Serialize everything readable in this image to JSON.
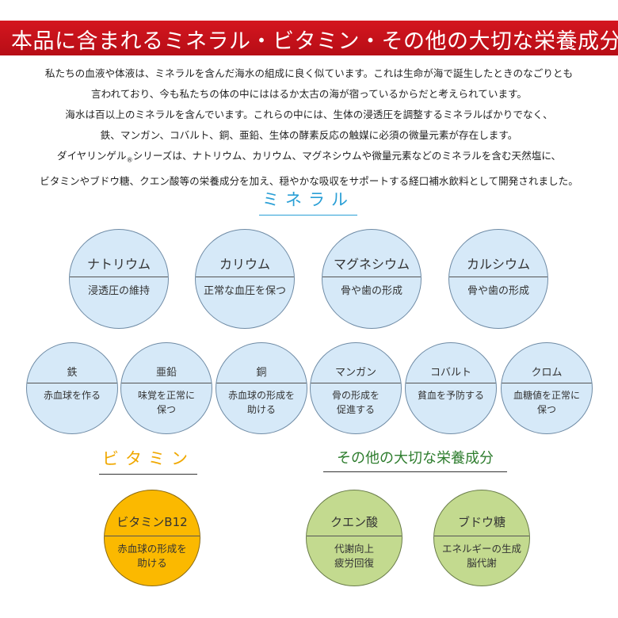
{
  "banner": {
    "title": "本品に含まれるミネラル・ビタミン・その他の大切な栄養成分",
    "color": "#c5111b"
  },
  "intro": {
    "line1": "私たちの血液や体液は、ミネラルを含んだ海水の組成に良く似ています。これは生命が海で誕生したときのなごりとも",
    "line2": "言われており、今も私たちの体の中にははるか太古の海が宿っているからだと考えられています。",
    "line3": "海水は百以上のミネラルを含んでいます。これらの中には、生体の浸透圧を調整するミネラルばかりでなく、",
    "line4": "鉄、マンガン、コバルト、銅、亜鉛、生体の酵素反応の触媒に必須の微量元素が存在します。",
    "line5_pre": "ダイヤリンゲル",
    "line5_mark": "®",
    "line5_post": "シリーズは、ナトリウム、カリウム、マグネシウムや微量元素などのミネラルを含む天然塩に、",
    "line6": "ビタミンやブドウ糖、クエン酸等の栄養成分を加え、穏やかな吸収をサポートする経口補水飲料として開発されました。"
  },
  "minerals": {
    "heading": "ミネラル",
    "color": "#2a9fd6",
    "circle_fill": "#d6e9f8",
    "major": [
      {
        "name": "ナトリウム",
        "desc": "浸透圧の維持"
      },
      {
        "name": "カリウム",
        "desc": "正常な血圧を保つ"
      },
      {
        "name": "マグネシウム",
        "desc": "骨や歯の形成"
      },
      {
        "name": "カルシウム",
        "desc": "骨や歯の形成"
      }
    ],
    "trace": [
      {
        "name": "鉄",
        "desc1": "赤血球を作る",
        "desc2": ""
      },
      {
        "name": "亜鉛",
        "desc1": "味覚を正常に",
        "desc2": "保つ"
      },
      {
        "name": "銅",
        "desc1": "赤血球の形成を",
        "desc2": "助ける"
      },
      {
        "name": "マンガン",
        "desc1": "骨の形成を",
        "desc2": "促進する"
      },
      {
        "name": "コバルト",
        "desc1": "貧血を予防する",
        "desc2": ""
      },
      {
        "name": "クロム",
        "desc1": "血糖値を正常に",
        "desc2": "保つ"
      }
    ]
  },
  "vitamins": {
    "heading": "ビタミン",
    "color": "#f0a800",
    "circle_fill": "#fbb900",
    "items": [
      {
        "name": "ビタミンB12",
        "desc1": "赤血球の形成を",
        "desc2": "助ける"
      }
    ]
  },
  "others": {
    "heading": "その他の大切な栄養成分",
    "color": "#2e7d2e",
    "circle_fill": "#c3da8f",
    "items": [
      {
        "name": "クエン酸",
        "desc1": "代謝向上",
        "desc2": "疲労回復"
      },
      {
        "name": "ブドウ糖",
        "desc1": "エネルギーの生成",
        "desc2": "脳代謝"
      }
    ]
  }
}
